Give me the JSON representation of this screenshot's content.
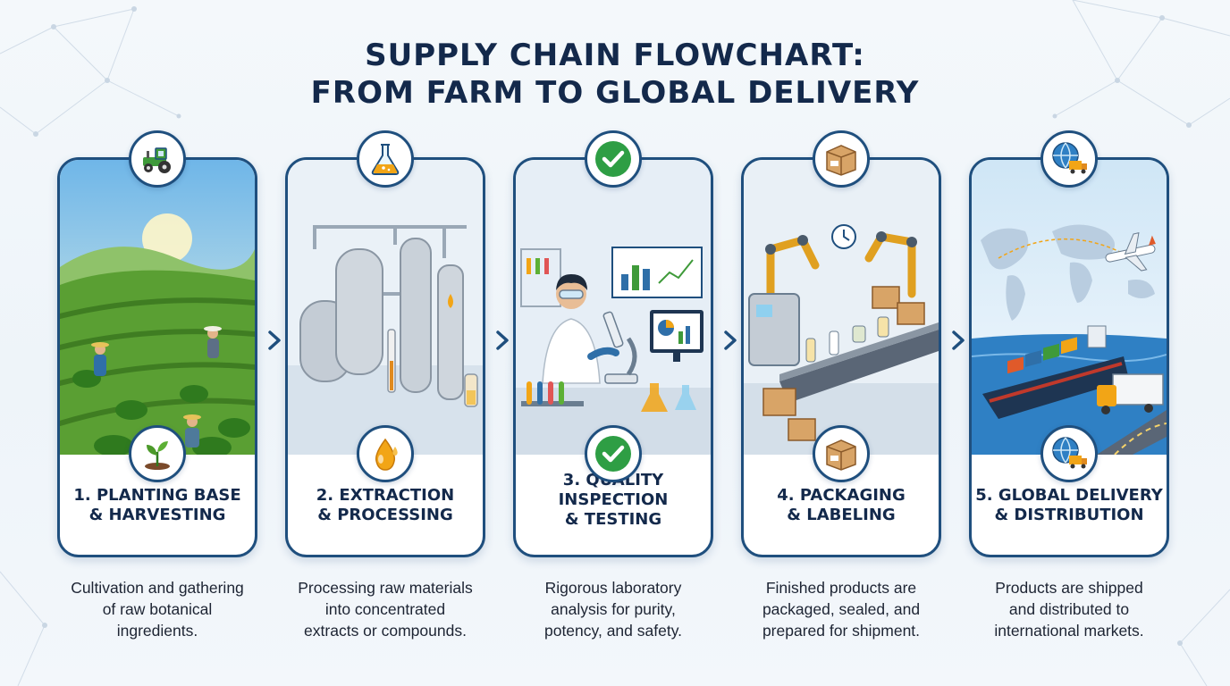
{
  "title": {
    "line1": "SUPPLY CHAIN FLOWCHART:",
    "line2": "FROM FARM TO GLOBAL DELIVERY"
  },
  "colors": {
    "title": "#13294b",
    "border": "#1f4f7e",
    "text": "#1d2433",
    "check_green": "#2e9e44",
    "field_green": "#4c9a2a",
    "oil_amber": "#f2a516"
  },
  "steps": [
    {
      "label_lines": [
        "1. PLANTING BASE",
        "& HARVESTING"
      ],
      "desc_lines": [
        "Cultivation and gathering",
        "of raw botanical",
        "ingredients."
      ],
      "top_icon": "tractor-icon",
      "mid_icon": "sprout-icon"
    },
    {
      "label_lines": [
        "2. EXTRACTION",
        "& PROCESSING"
      ],
      "desc_lines": [
        "Processing raw materials",
        "into concentrated",
        "extracts or compounds."
      ],
      "top_icon": "flask-icon",
      "mid_icon": "oil-drop-icon"
    },
    {
      "label_lines": [
        "3. QUALITY",
        "INSPECTION",
        "& TESTING"
      ],
      "desc_lines": [
        "Rigorous laboratory",
        "analysis for purity,",
        "potency, and safety."
      ],
      "top_icon": "check-icon",
      "mid_icon": "check-icon"
    },
    {
      "label_lines": [
        "4. PACKAGING",
        "& LABELING"
      ],
      "desc_lines": [
        "Finished products are",
        "packaged, sealed, and",
        "prepared for shipment."
      ],
      "top_icon": "box-icon",
      "mid_icon": "box-icon"
    },
    {
      "label_lines": [
        "5. GLOBAL DELIVERY",
        "& DISTRIBUTION"
      ],
      "desc_lines": [
        "Products are shipped",
        "and distributed to",
        "international markets."
      ],
      "top_icon": "globe-truck-icon",
      "mid_icon": "globe-truck-icon"
    }
  ],
  "arrow_icon": "chevron-right-icon"
}
